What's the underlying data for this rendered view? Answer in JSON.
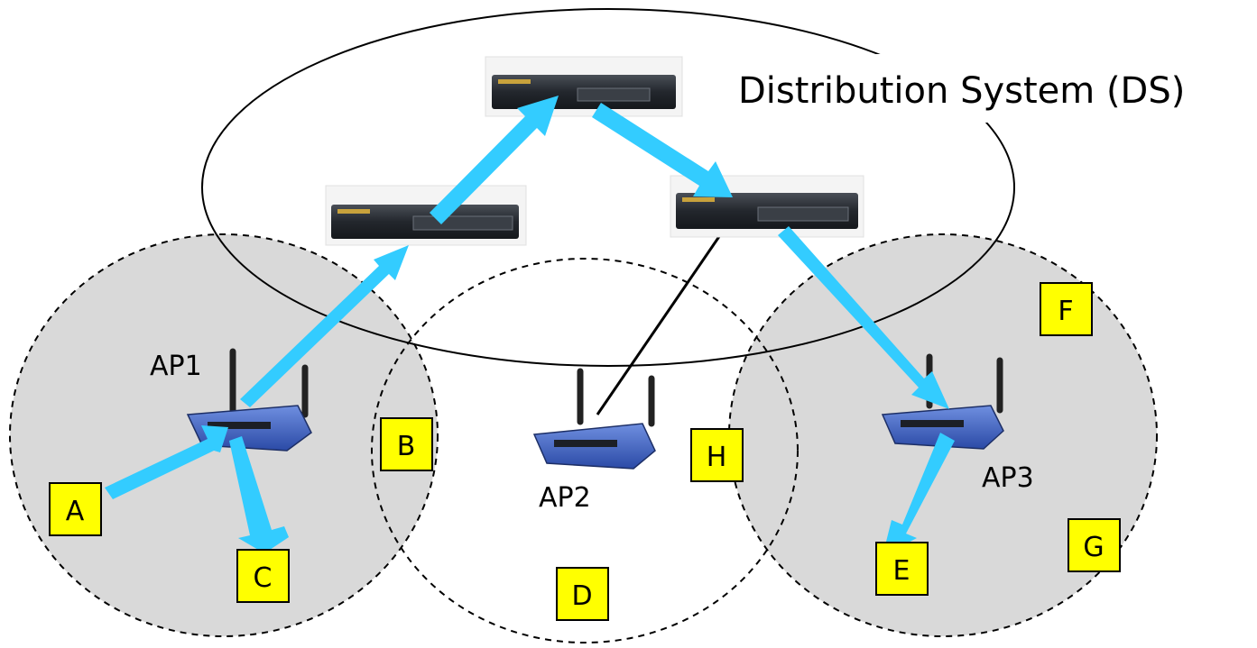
{
  "title": "Distribution System (DS)",
  "access_points": [
    {
      "id": "ap1",
      "label": "AP1"
    },
    {
      "id": "ap2",
      "label": "AP2"
    },
    {
      "id": "ap3",
      "label": "AP3"
    }
  ],
  "stations": [
    "A",
    "B",
    "C",
    "D",
    "E",
    "F",
    "G",
    "H"
  ],
  "colors": {
    "bss_fill": "#d9d9d9",
    "station_fill": "#ffff00",
    "arrow": "#33ccff",
    "switch_body": "#2a2e35",
    "router_body": "#3a5bb0"
  }
}
